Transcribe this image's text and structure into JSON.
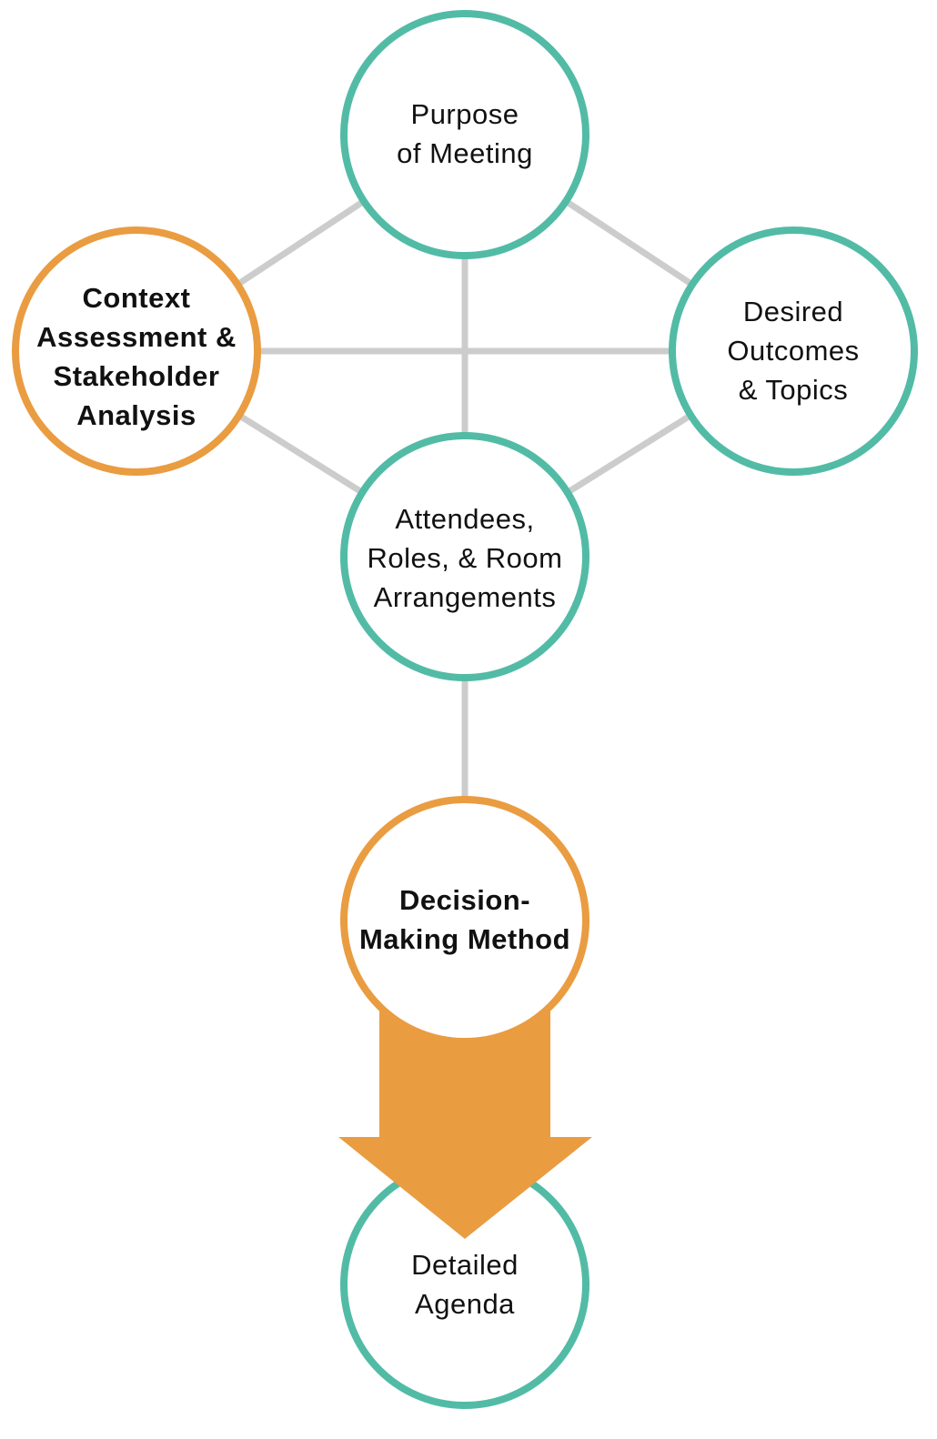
{
  "title": "Meeting Planning Diagram",
  "colors": {
    "teal": "#52bba6",
    "orange": "#ea9c41",
    "connector": "#cccccc"
  },
  "nodes": {
    "purpose": {
      "label": "Purpose of Meeting",
      "lines": [
        "Purpose",
        "of Meeting"
      ],
      "style": "teal"
    },
    "context": {
      "label": "Context Assessment & Stakeholder Analysis",
      "lines": [
        "Context",
        "Assessment &",
        "Stakeholder",
        "Analysis"
      ],
      "style": "orange-bold"
    },
    "desired": {
      "label": "Desired Outcomes & Topics",
      "lines": [
        "Desired",
        "Outcomes",
        "& Topics"
      ],
      "style": "teal"
    },
    "attendees": {
      "label": "Attendees, Roles, & Room Arrangements",
      "lines": [
        "Attendees,",
        "Roles, & Room",
        "Arrangements"
      ],
      "style": "teal"
    },
    "decision": {
      "label": "Decision-Making Method",
      "lines": [
        "Decision-",
        "Making Method"
      ],
      "style": "orange-bold"
    },
    "agenda": {
      "label": "Detailed Agenda",
      "lines": [
        "Detailed",
        "Agenda"
      ],
      "style": "teal"
    }
  },
  "edges": [
    [
      "purpose",
      "context"
    ],
    [
      "purpose",
      "desired"
    ],
    [
      "purpose",
      "attendees"
    ],
    [
      "context",
      "desired"
    ],
    [
      "context",
      "attendees"
    ],
    [
      "desired",
      "attendees"
    ],
    [
      "attendees",
      "decision"
    ]
  ],
  "arrow": {
    "from": "decision",
    "to": "agenda"
  }
}
